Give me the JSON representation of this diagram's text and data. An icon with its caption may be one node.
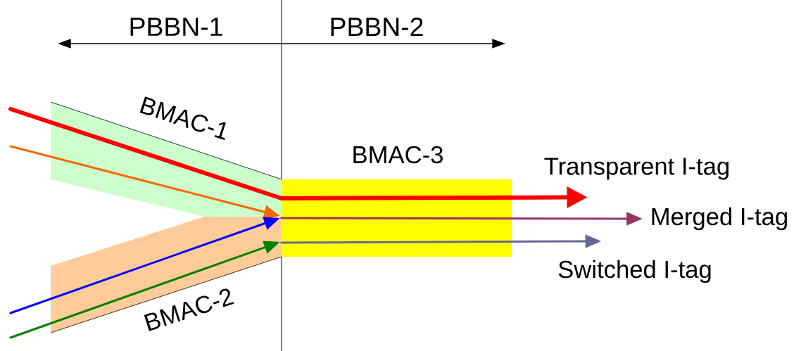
{
  "diagram": {
    "nodes": [
      {
        "text": [
          "BMAC-1"
        ]
      },
      {
        "text": [
          "BMAC-2"
        ]
      },
      {
        "text": [
          "BMAC-3"
        ]
      },
      {
        "text": [
          "Transparent I-tag"
        ]
      },
      {
        "text": [
          "Merged I-tag"
        ]
      },
      {
        "text": [
          "Switched I-tag"
        ]
      }
    ],
    "edges": [
      {
        "from": null,
        "to": 3,
        "arrow": "to",
        "style": "thick",
        "color": "#ff0000"
      },
      {
        "from": null,
        "to": 2,
        "arrow": "to",
        "color": "#ff6600"
      },
      {
        "from": null,
        "to": 2,
        "arrow": "to",
        "color": "#0000ff"
      },
      {
        "from": 2,
        "to": 4,
        "arrow": "to",
        "color": "#993366"
      },
      {
        "from": null,
        "to": 2,
        "arrow": "to",
        "color": "#008000"
      },
      {
        "from": 2,
        "to": 5,
        "arrow": "to",
        "color": "#666699"
      }
    ],
    "labels": [
      "PBBN-1",
      "PBBN-2"
    ]
  }
}
